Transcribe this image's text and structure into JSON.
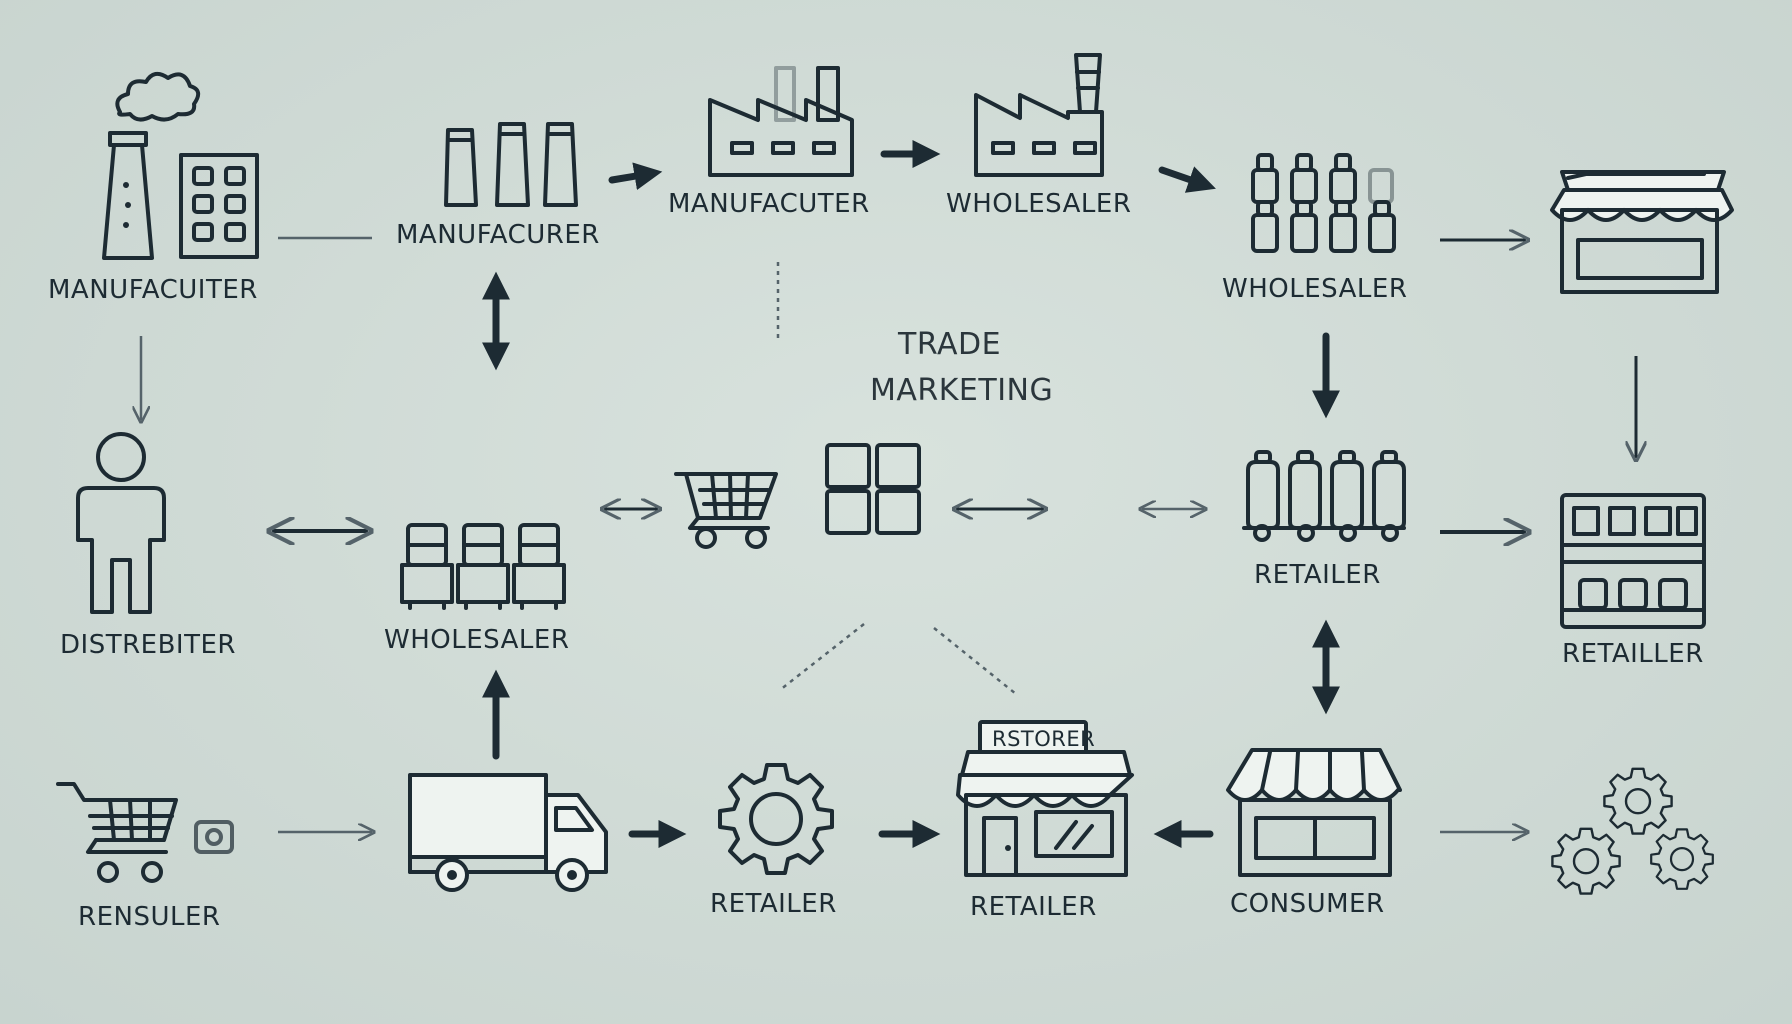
{
  "labels": {
    "manufacturer_left": "MANUFACUITER",
    "manufacturer_mid": "MANUFACURER",
    "manufacturer_top": "MANUFACUTER",
    "wholesaler_top": "WHOLESALER",
    "wholesaler_right": "WHOLESALER",
    "center_line1": "TRADE",
    "center_line2": "MARKETING",
    "distributer": "DISTREBITER",
    "wholesaler_center": "WHOLESALER",
    "retailer_mid_right": "RETAILER",
    "retailer_far_right": "RETAILLER",
    "rensuler": "RENSULER",
    "retailer_gear": "RETAILER",
    "retailer_store": "RETAILER",
    "store_sign": "RSTORER",
    "consumer": "CONSUMER"
  },
  "icons": [
    "factory-smoke-icon",
    "building-icon",
    "silos-icon",
    "factory-icon",
    "factory-chimney-icon",
    "bottles-icon",
    "storefront-icon",
    "person-icon",
    "shopping-cart-icon",
    "crates-icon",
    "boxes-icon",
    "bottle-cart-icon",
    "shelf-icon",
    "truck-icon",
    "gear-icon",
    "store-icon",
    "shop-icon",
    "gears-icon"
  ],
  "colors": {
    "background": "#cfdad5",
    "ink": "#1d2b33"
  }
}
